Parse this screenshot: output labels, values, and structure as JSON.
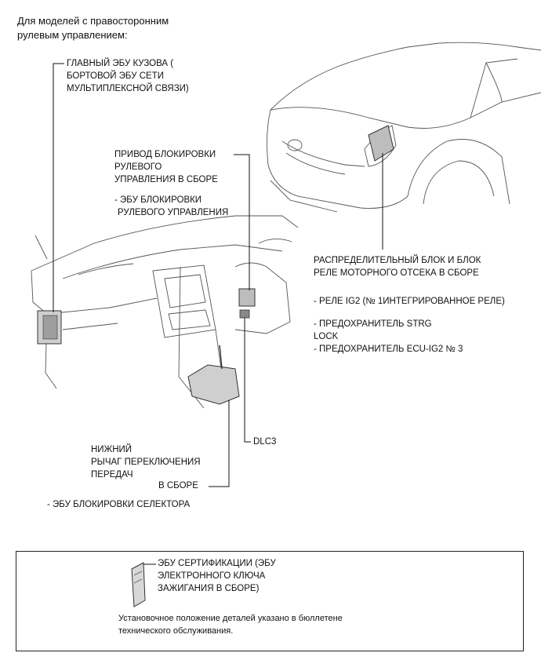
{
  "header": {
    "line1": "Для моделей с правосторонним",
    "line2": "рулевым управлением:"
  },
  "labels": {
    "main_body_ecu": [
      "ГЛАВНЫЙ ЭБУ КУЗОВА (",
      "БОРТОВОЙ ЭБУ СЕТИ",
      "МУЛЬТИПЛЕКСНОЙ СВЯЗИ)"
    ],
    "steering_lock": [
      "ПРИВОД БЛОКИРОВКИ",
      "РУЛЕВОГО",
      "УПРАВЛЕНИЯ В СБОРЕ"
    ],
    "steering_lock_sub": [
      "- ЭБУ БЛОКИРОВКИ",
      "РУЛЕВОГО УПРАВЛЕНИЯ"
    ],
    "relay_block": [
      "РАСПРЕДЕЛИТЕЛЬНЫЙ БЛОК И БЛОК",
      "РЕЛЕ МОТОРНОГО ОТСЕКА В СБОРЕ"
    ],
    "relay_ig2": "- РЕЛЕ IG2 (№ 1ИНТЕГРИРОВАННОЕ РЕЛЕ)",
    "fuses": [
      "- ПРЕДОХРАНИТЕЛЬ STRG",
      "LOCK",
      "- ПРЕДОХРАНИТЕЛЬ ECU-IG2 № 3"
    ],
    "dlc3": "DLC3",
    "shift_lever": [
      "НИЖНИЙ",
      "РЫЧАГ ПЕРЕКЛЮЧЕНИЯ",
      "ПЕРЕДАЧ"
    ],
    "shift_lever_assembly": "В СБОРЕ",
    "shift_lock_ecu": "- ЭБУ БЛОКИРОВКИ СЕЛЕКТОРА"
  },
  "legend": {
    "cert_ecu": [
      "ЭБУ СЕРТИФИКАЦИИ (ЭБУ",
      "ЭЛЕКТРОННОГО КЛЮЧА",
      "ЗАЖИГАНИЯ В СБОРЕ)"
    ],
    "note": [
      "Установочное положение деталей указано в бюллетене",
      "технического обслуживания."
    ]
  }
}
